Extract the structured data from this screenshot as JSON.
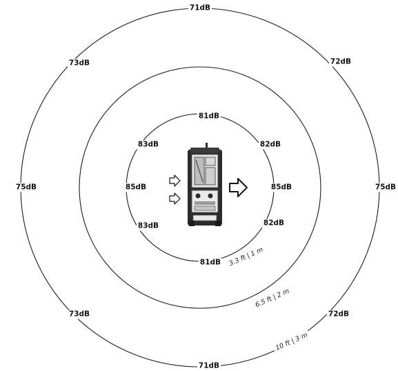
{
  "rings": {
    "inner": {
      "distance": "3.3 ft | 1 m",
      "top": "81dB",
      "top_left": "83dB",
      "top_right": "82dB",
      "left": "85dB",
      "right": "85dB",
      "bottom_left": "83dB",
      "bottom_right": "82dB",
      "bottom": "81dB"
    },
    "middle": {
      "distance": "6.5 ft | 2 m"
    },
    "outer": {
      "distance": "10 ft | 3 m",
      "top": "71dB",
      "top_left": "73dB",
      "top_right": "72dB",
      "left": "75dB",
      "right": "75dB",
      "bottom_left": "73dB",
      "bottom_right": "72dB",
      "bottom": "71dB"
    }
  },
  "device": {
    "icon": "generator-unit-icon",
    "intake_arrow_icon": "outline-arrow-right-icon",
    "exhaust_arrow_icon": "outline-arrow-right-icon"
  },
  "colors": {
    "ring": "#1a1a1a",
    "device_body": "#2b2b2b",
    "device_panel": "#e9e9e9"
  }
}
